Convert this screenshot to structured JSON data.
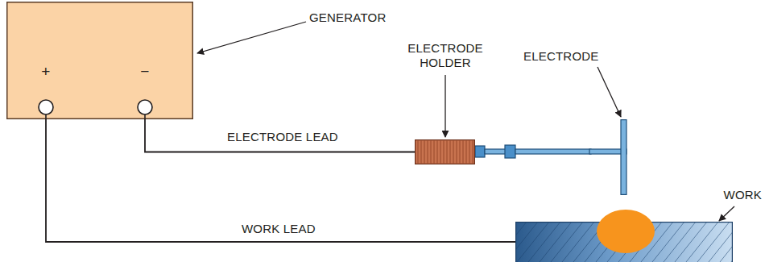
{
  "diagram": {
    "nodes": [
      {
        "text": [
          "GENERATOR",
          "+",
          "−"
        ]
      },
      {
        "text": [
          "ELECTRODE HOLDER"
        ]
      },
      {
        "text": [
          "ELECTRODE"
        ]
      },
      {
        "text": [
          "WORK"
        ]
      }
    ],
    "edges": [
      {
        "from": 0,
        "to": 1,
        "arrow": "none",
        "label": "ELECTRODE LEAD"
      },
      {
        "from": 0,
        "to": 3,
        "arrow": "none",
        "label": "WORK LEAD"
      }
    ]
  }
}
